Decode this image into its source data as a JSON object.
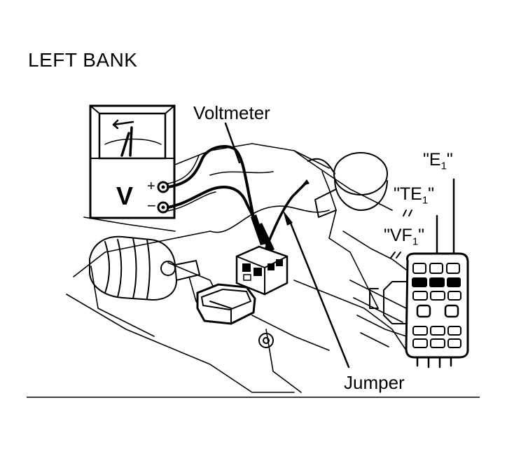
{
  "title": "LEFT BANK",
  "labels": {
    "voltmeter": "Voltmeter",
    "jumper": "Jumper",
    "e1": {
      "text": "\"E",
      "sub": "1",
      "close": "\""
    },
    "te1": {
      "text": "\"TE",
      "sub": "1",
      "close": "\""
    },
    "vf1": {
      "text": "\"VF",
      "sub": "1",
      "close": "\""
    },
    "meter_letter": "V",
    "plus": "+",
    "minus": "−"
  },
  "colors": {
    "ink": "#000000",
    "paper": "#ffffff"
  }
}
